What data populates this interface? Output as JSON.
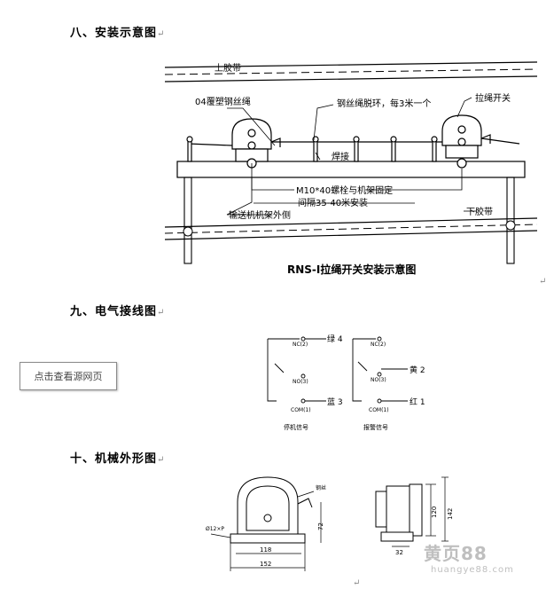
{
  "section8": {
    "heading": "八、安装示意图",
    "diagram": {
      "top_belt": "上胶带",
      "cable": "04覆塑钢丝绳",
      "ring": "钢丝绳脱环，每3米一个",
      "switch": "拉绳开关",
      "weld": "焊接",
      "bolt": "M10*40螺栓与机架固定",
      "interval": "间隔35-40米安装",
      "frame": "输送机机架外侧",
      "bottom_belt": "下胶带",
      "caption": "RNS-I拉绳开关安装示意图"
    }
  },
  "section9": {
    "heading": "九、电气接线图",
    "wiring": {
      "nc": "NC(2)",
      "no": "NO(3)",
      "com": "COM(1)",
      "green": "绿 4",
      "blue": "蓝 3",
      "yellow": "黄 2",
      "red": "红 1",
      "stop_signal": "停机信号",
      "alarm_signal": "报警信号"
    }
  },
  "section10": {
    "heading": "十、机械外形图",
    "dims": {
      "wire": "钢丝",
      "hole": "Ø12×P",
      "d72": "72",
      "d118": "118",
      "d152": "152",
      "d120": "120",
      "d142": "142",
      "d32": "32"
    }
  },
  "source_button": "点击查看源网页",
  "watermark": {
    "main": "黄页88",
    "sub": "huangye88.com"
  },
  "paragraph_mark": "↵"
}
